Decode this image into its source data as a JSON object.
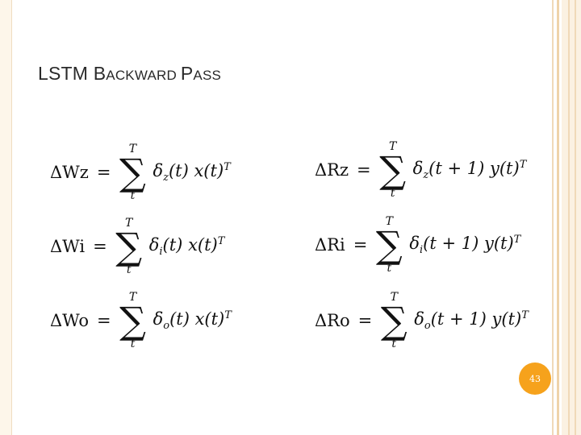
{
  "slide": {
    "title_first_cap_1": "B",
    "title_prefix": "LSTM ",
    "title_rest_1": "ACKWARD ",
    "title_first_cap_2": "P",
    "title_rest_2": "ASS",
    "page_number": "43",
    "accent_color": "#f6a21c"
  },
  "equations": [
    {
      "lhs": "ΔWz",
      "upper": "T",
      "lower": "t",
      "delta_sub": "z",
      "time_arg": "(t)",
      "vector": "x(t)",
      "sup": "T"
    },
    {
      "lhs": "ΔWi",
      "upper": "T",
      "lower": "t",
      "delta_sub": "i",
      "time_arg": "(t)",
      "vector": "x(t)",
      "sup": "T"
    },
    {
      "lhs": "ΔWo",
      "upper": "T",
      "lower": "t",
      "delta_sub": "o",
      "time_arg": "(t)",
      "vector": "x(t)",
      "sup": "T"
    },
    {
      "lhs": "ΔRz",
      "upper": "T",
      "lower": "t",
      "delta_sub": "z",
      "time_arg": "(t + 1)",
      "vector": "y(t)",
      "sup": "T"
    },
    {
      "lhs": "ΔRi",
      "upper": "T",
      "lower": "t",
      "delta_sub": "i",
      "time_arg": "(t + 1)",
      "vector": "y(t)",
      "sup": "T"
    },
    {
      "lhs": "ΔRo",
      "upper": "T",
      "lower": "t",
      "delta_sub": "o",
      "time_arg": "(t + 1)",
      "vector": "y(t)",
      "sup": "T"
    }
  ]
}
